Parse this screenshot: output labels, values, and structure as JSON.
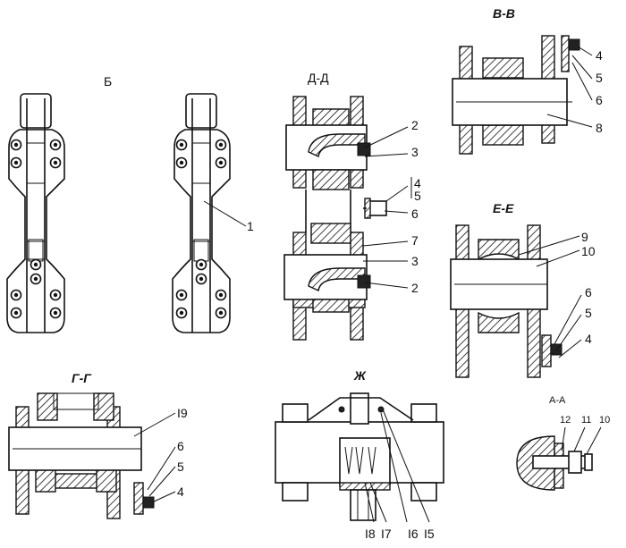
{
  "views": {
    "b": {
      "title": "Б",
      "callouts": [
        "1"
      ]
    },
    "dd": {
      "title": "Д-Д",
      "callouts": [
        "2",
        "3",
        "4",
        "5",
        "6",
        "7",
        "3",
        "2"
      ]
    },
    "vv": {
      "title": "В-В",
      "callouts": [
        "4",
        "5",
        "6",
        "8"
      ]
    },
    "ee": {
      "title": "Е-Е",
      "callouts": [
        "9",
        "10",
        "6",
        "5",
        "4"
      ]
    },
    "gg": {
      "title": "Г-Г",
      "callouts": [
        "I9",
        "6",
        "5",
        "4"
      ]
    },
    "zh": {
      "title": "Ж",
      "callouts": [
        "I8",
        "I7",
        "I6",
        "I5"
      ]
    },
    "aa": {
      "title": "А-А",
      "callouts": [
        "12",
        "11",
        "10"
      ]
    }
  }
}
